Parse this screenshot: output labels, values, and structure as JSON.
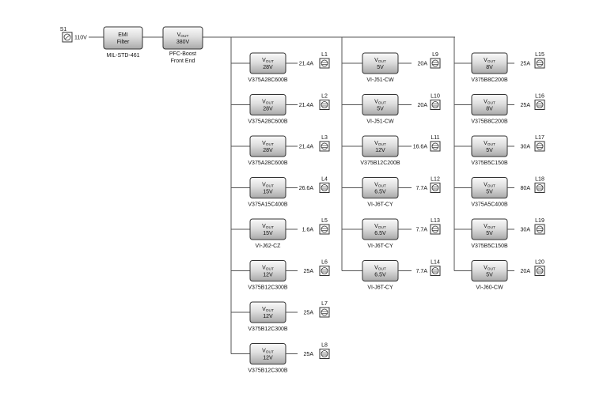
{
  "source": {
    "switch_label": "S1",
    "voltage": "110V"
  },
  "emi_filter": {
    "line1": "EMI",
    "line2": "Filter",
    "caption": "MIL-STD-461"
  },
  "front_end": {
    "vout_prefix": "V",
    "vout_sub": "OUT",
    "value": "380V",
    "caption_line1": "PFC-Boost",
    "caption_line2": "Front End"
  },
  "columns": [
    {
      "modules": [
        {
          "vout": "28V",
          "part": "V375A28C600B",
          "current": "21.4A",
          "load": "L1"
        },
        {
          "vout": "28V",
          "part": "V375A28C600B",
          "current": "21.4A",
          "load": "L2"
        },
        {
          "vout": "28V",
          "part": "V375A28C600B",
          "current": "21.4A",
          "load": "L3"
        },
        {
          "vout": "15V",
          "part": "V375A15C400B",
          "current": "26.6A",
          "load": "L4"
        },
        {
          "vout": "15V",
          "part": "VI-J62-CZ",
          "current": "1.6A",
          "load": "L5"
        },
        {
          "vout": "12V",
          "part": "V375B12C300B",
          "current": "25A",
          "load": "L6"
        },
        {
          "vout": "12V",
          "part": "V375B12C300B",
          "current": "25A",
          "load": "L7"
        },
        {
          "vout": "12V",
          "part": "V375B12C300B",
          "current": "25A",
          "load": "L8"
        }
      ]
    },
    {
      "modules": [
        {
          "vout": "5V",
          "part": "VI-J51-CW",
          "current": "20A",
          "load": "L9"
        },
        {
          "vout": "5V",
          "part": "VI-J51-CW",
          "current": "20A",
          "load": "L10"
        },
        {
          "vout": "12V",
          "part": "V375B12C200B",
          "current": "16.6A",
          "load": "L11"
        },
        {
          "vout": "6.5V",
          "part": "VI-J6T-CY",
          "current": "7.7A",
          "load": "L12"
        },
        {
          "vout": "6.5V",
          "part": "VI-J6T-CY",
          "current": "7.7A",
          "load": "L13"
        },
        {
          "vout": "6.5V",
          "part": "VI-J6T-CY",
          "current": "7.7A",
          "load": "L14"
        }
      ]
    },
    {
      "modules": [
        {
          "vout": "8V",
          "part": "V375B8C200B",
          "current": "25A",
          "load": "L15"
        },
        {
          "vout": "8V",
          "part": "V375B8C200B",
          "current": "25A",
          "load": "L16"
        },
        {
          "vout": "5V",
          "part": "V375B5C150B",
          "current": "30A",
          "load": "L17"
        },
        {
          "vout": "5V",
          "part": "V375A5C400B",
          "current": "80A",
          "load": "L18"
        },
        {
          "vout": "5V",
          "part": "V375B5C150B",
          "current": "30A",
          "load": "L19"
        },
        {
          "vout": "5V",
          "part": "VI-J60-CW",
          "current": "20A",
          "load": "L20"
        }
      ]
    }
  ],
  "colors": {
    "box_top": "#fafafa",
    "box_bottom": "#a9a9a9",
    "wire": "#555555"
  }
}
